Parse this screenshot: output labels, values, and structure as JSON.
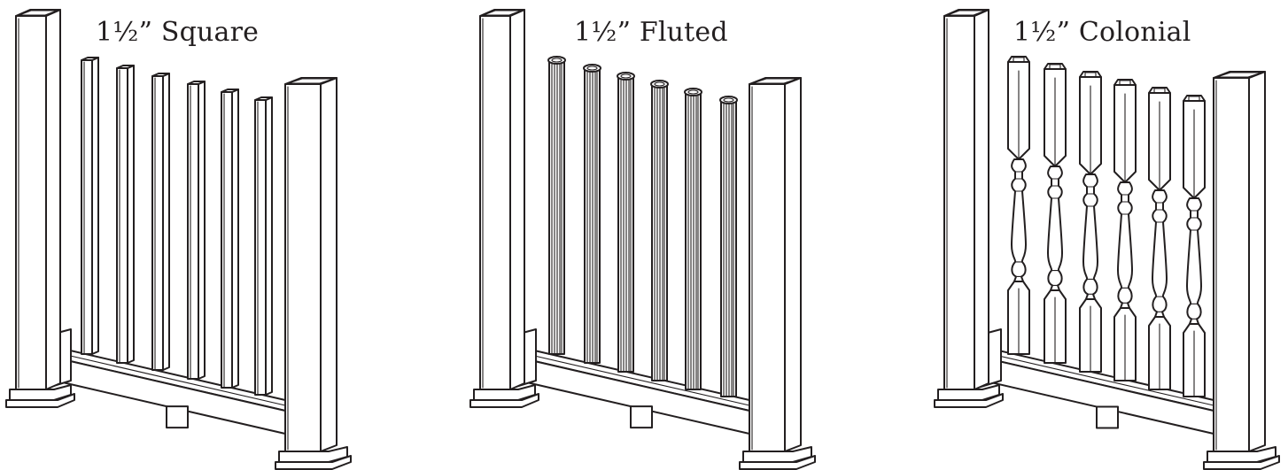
{
  "panels": [
    {
      "id": "square",
      "label": "1½” Square",
      "baluster_style": "square"
    },
    {
      "id": "fluted",
      "label": "1½” Fluted",
      "baluster_style": "fluted"
    },
    {
      "id": "colonial",
      "label": "1½” Colonial",
      "baluster_style": "colonial"
    }
  ],
  "colors": {
    "line": "#231f20",
    "background": "#ffffff"
  }
}
